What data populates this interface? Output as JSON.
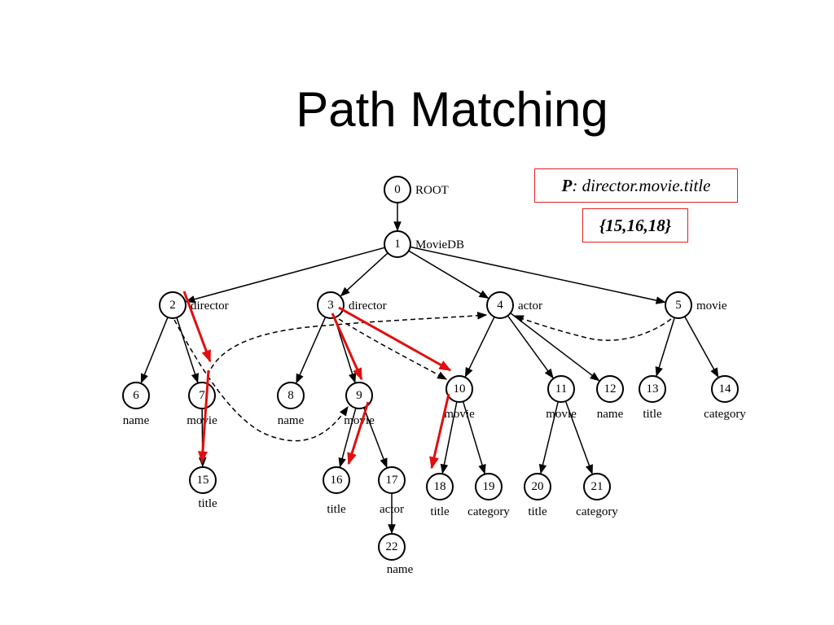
{
  "slide": {
    "title": "Path Matching"
  },
  "query": {
    "prefix": "P",
    "path": ": director.movie.title"
  },
  "result": {
    "text": "{15,16,18}"
  },
  "colors": {
    "highlight": "#e01010",
    "box_border": "#e02020"
  },
  "nodes": [
    {
      "id": "0",
      "label": "ROOT"
    },
    {
      "id": "1",
      "label": "MovieDB"
    },
    {
      "id": "2",
      "label": "director"
    },
    {
      "id": "3",
      "label": "director"
    },
    {
      "id": "4",
      "label": "actor"
    },
    {
      "id": "5",
      "label": "movie"
    },
    {
      "id": "6",
      "label": "name"
    },
    {
      "id": "7",
      "label": "movie"
    },
    {
      "id": "8",
      "label": "name"
    },
    {
      "id": "9",
      "label": "movie"
    },
    {
      "id": "10",
      "label": "movie"
    },
    {
      "id": "11",
      "label": "movie"
    },
    {
      "id": "12",
      "label": "name"
    },
    {
      "id": "13",
      "label": "title"
    },
    {
      "id": "14",
      "label": "category"
    },
    {
      "id": "15",
      "label": "title"
    },
    {
      "id": "16",
      "label": "title"
    },
    {
      "id": "17",
      "label": "actor"
    },
    {
      "id": "18",
      "label": "title"
    },
    {
      "id": "19",
      "label": "category"
    },
    {
      "id": "20",
      "label": "title"
    },
    {
      "id": "21",
      "label": "category"
    },
    {
      "id": "22",
      "label": "name"
    }
  ],
  "edges": [
    [
      "0",
      "1"
    ],
    [
      "1",
      "2"
    ],
    [
      "1",
      "3"
    ],
    [
      "1",
      "4"
    ],
    [
      "1",
      "5"
    ],
    [
      "2",
      "6"
    ],
    [
      "2",
      "7"
    ],
    [
      "3",
      "8"
    ],
    [
      "3",
      "9"
    ],
    [
      "4",
      "10"
    ],
    [
      "4",
      "11"
    ],
    [
      "4",
      "12"
    ],
    [
      "5",
      "13"
    ],
    [
      "5",
      "14"
    ],
    [
      "7",
      "15"
    ],
    [
      "9",
      "16"
    ],
    [
      "9",
      "17"
    ],
    [
      "10",
      "18"
    ],
    [
      "10",
      "19"
    ],
    [
      "11",
      "20"
    ],
    [
      "11",
      "21"
    ],
    [
      "17",
      "22"
    ]
  ],
  "reference_edges": [
    [
      "2",
      "9"
    ],
    [
      "3",
      "10"
    ],
    [
      "7",
      "4"
    ],
    [
      "5",
      "4"
    ]
  ],
  "highlighted_path": [
    [
      "2",
      "7"
    ],
    [
      "7",
      "15"
    ],
    [
      "3",
      "9"
    ],
    [
      "9",
      "16"
    ],
    [
      "3",
      "10"
    ],
    [
      "10",
      "18"
    ]
  ]
}
